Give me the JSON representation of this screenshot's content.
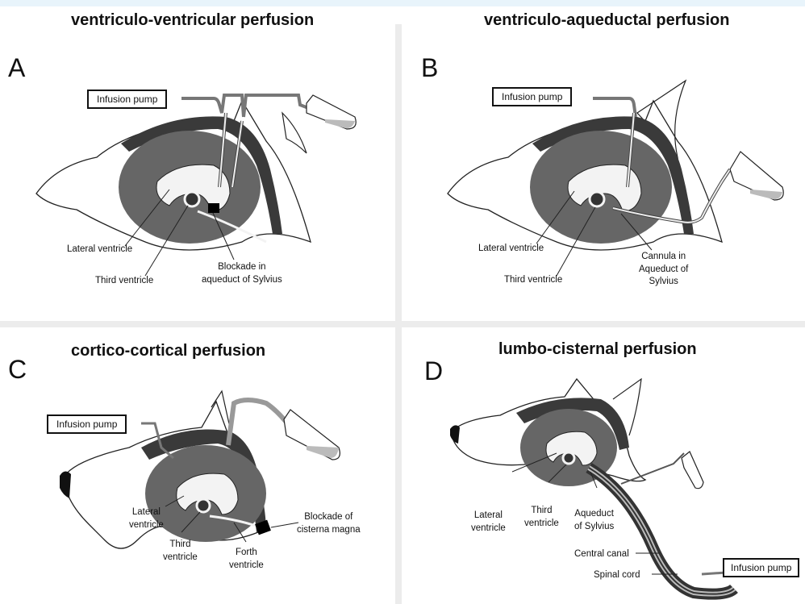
{
  "panels": {
    "a": {
      "letter": "A",
      "title": "ventriculo-ventricular perfusion",
      "pump": "Infusion pump",
      "labels": {
        "lateral": "Lateral ventricle",
        "third": "Third ventricle",
        "blockade": [
          "Blockade in",
          "aqueduct of Sylvius"
        ]
      }
    },
    "b": {
      "letter": "B",
      "title": "ventriculo-aqueductal  perfusion",
      "pump": "Infusion pump",
      "labels": {
        "lateral": "Lateral ventricle",
        "third": "Third ventricle",
        "cannula": [
          "Cannula in",
          "Aqueduct of",
          "Sylvius"
        ]
      }
    },
    "c": {
      "letter": "C",
      "title": "cortico-cortical perfusion",
      "pump": "Infusion pump",
      "labels": {
        "lateral": [
          "Lateral",
          "ventricle"
        ],
        "third": [
          "Third",
          "ventricle"
        ],
        "forth": [
          "Forth",
          "ventricle"
        ],
        "blockade": [
          "Blockade of",
          "cisterna magna"
        ]
      }
    },
    "d": {
      "letter": "D",
      "title": "lumbo-cisternal perfusion",
      "pump": "Infusion pump",
      "labels": {
        "lateral": [
          "Lateral",
          "ventricle"
        ],
        "third": [
          "Third",
          "ventricle"
        ],
        "aqueduct": [
          "Aqueduct",
          "of Sylvius"
        ],
        "central": "Central canal",
        "spinal": "Spinal cord"
      }
    }
  },
  "colors": {
    "brain": "#666666",
    "dark_band": "#3a3a3a",
    "tube": "#9a9a9a",
    "frame_accent": "#e8f4fb"
  }
}
